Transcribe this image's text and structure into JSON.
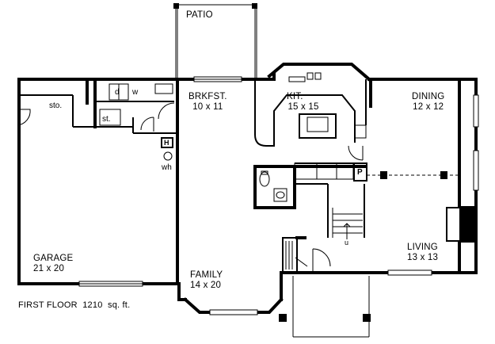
{
  "rooms": {
    "patio": "PATIO",
    "breakfast": {
      "name": "BRKFST.",
      "size": "10 x 11"
    },
    "kitchen": {
      "name": "KIT.",
      "size": "15 x 15"
    },
    "dining": {
      "name": "DINING",
      "size": "12 x 12"
    },
    "garage": {
      "name": "GARAGE",
      "size": "21 x 20"
    },
    "family": {
      "name": "FAMILY",
      "size": "14 x 20"
    },
    "living": {
      "name": "LIVING",
      "size": "13 x 13"
    }
  },
  "fixtures": {
    "storage": "sto.",
    "storage2": "st.",
    "dryer": "d",
    "washer": "w",
    "heater": "H",
    "water_heater": "wh",
    "pantry": "P",
    "stair_up": "u"
  },
  "caption": "FIRST FLOOR  1210  sq. ft."
}
